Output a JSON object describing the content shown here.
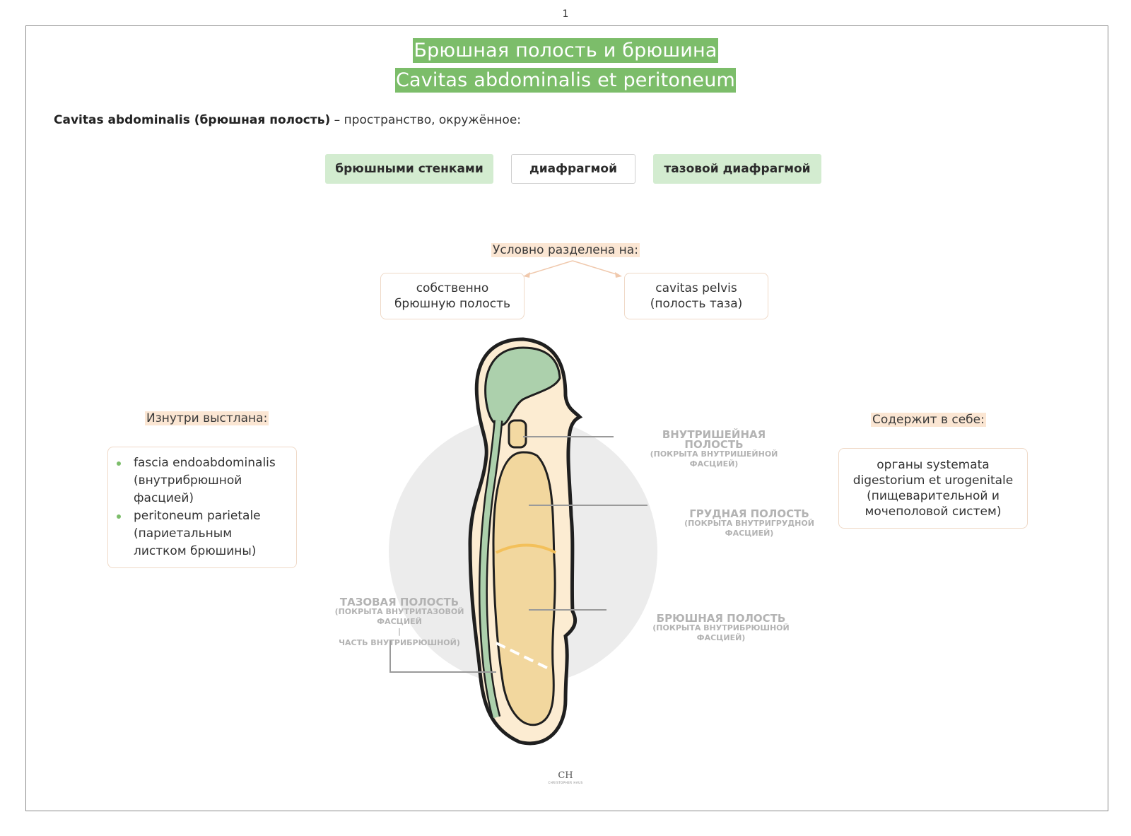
{
  "page_number": "1",
  "title": {
    "ru": "Брюшная полость и брюшина",
    "latin": "Cavitas abdominalis et peritoneum"
  },
  "intro": {
    "term": "Cavitas abdominalis (брюшная полость)",
    "rest": " – пространство, окружённое:"
  },
  "surrounded_by": [
    "брюшными стенками",
    "диафрагмой",
    "тазовой диафрагмой"
  ],
  "divided": {
    "label": "Условно разделена на:",
    "parts": [
      {
        "line1": "собственно",
        "line2": "брюшную полость"
      },
      {
        "line1": "cavitas pelvis",
        "line2": "(полость таза)"
      }
    ]
  },
  "lined": {
    "label": "Изнутри выстлана:",
    "items": [
      {
        "latin": "fascia endoabdominalis",
        "ru": [
          "(внутрибрюшной",
          "фасцией)"
        ]
      },
      {
        "latin": "peritoneum parietale",
        "ru": [
          "(париетальным",
          "листком брюшины)"
        ]
      }
    ]
  },
  "contains": {
    "label": "Содержит в себе:",
    "lines": [
      "органы systemata",
      "digestorium et urogenitale",
      "(пищеварительной и",
      "мочеполовой систем)"
    ]
  },
  "diagram": {
    "intracranial": {
      "main": [
        "ВНУТРИШЕЙНАЯ",
        "ПОЛОСТЬ"
      ],
      "sub": [
        "(ПОКРЫТА ВНУТРИШЕЙНОЙ",
        "ФАСЦИЕЙ)"
      ]
    },
    "thoracic": {
      "main": [
        "ГРУДНАЯ ПОЛОСТЬ"
      ],
      "sub": [
        "(ПОКРЫТА ВНУТРИГРУДНОЙ",
        "ФАСЦИЕЙ)"
      ]
    },
    "abdominal": {
      "main": [
        "БРЮШНАЯ ПОЛОСТЬ"
      ],
      "sub": [
        "(ПОКРЫТА ВНУТРИБРЮШНОЙ",
        "ФАСЦИЕЙ)"
      ]
    },
    "pelvic": {
      "main": [
        "ТАЗОВАЯ ПОЛОСТЬ"
      ],
      "sub": [
        "(ПОКРЫТА ВНУТРИТАЗОВОЙ",
        "ФАСЦИЕЙ"
      ],
      "separator": "|",
      "note": "ЧАСТЬ ВНУТРИБРЮШНОЙ)"
    }
  },
  "logo": {
    "monogram": "CH",
    "caption": "CHRISTOPHER HAUS"
  },
  "colors": {
    "title_bg": "#7cbd6a",
    "pill_green": "#d3ecd0",
    "peach": "#fbe6d3",
    "bullet": "#7cbd6a"
  }
}
